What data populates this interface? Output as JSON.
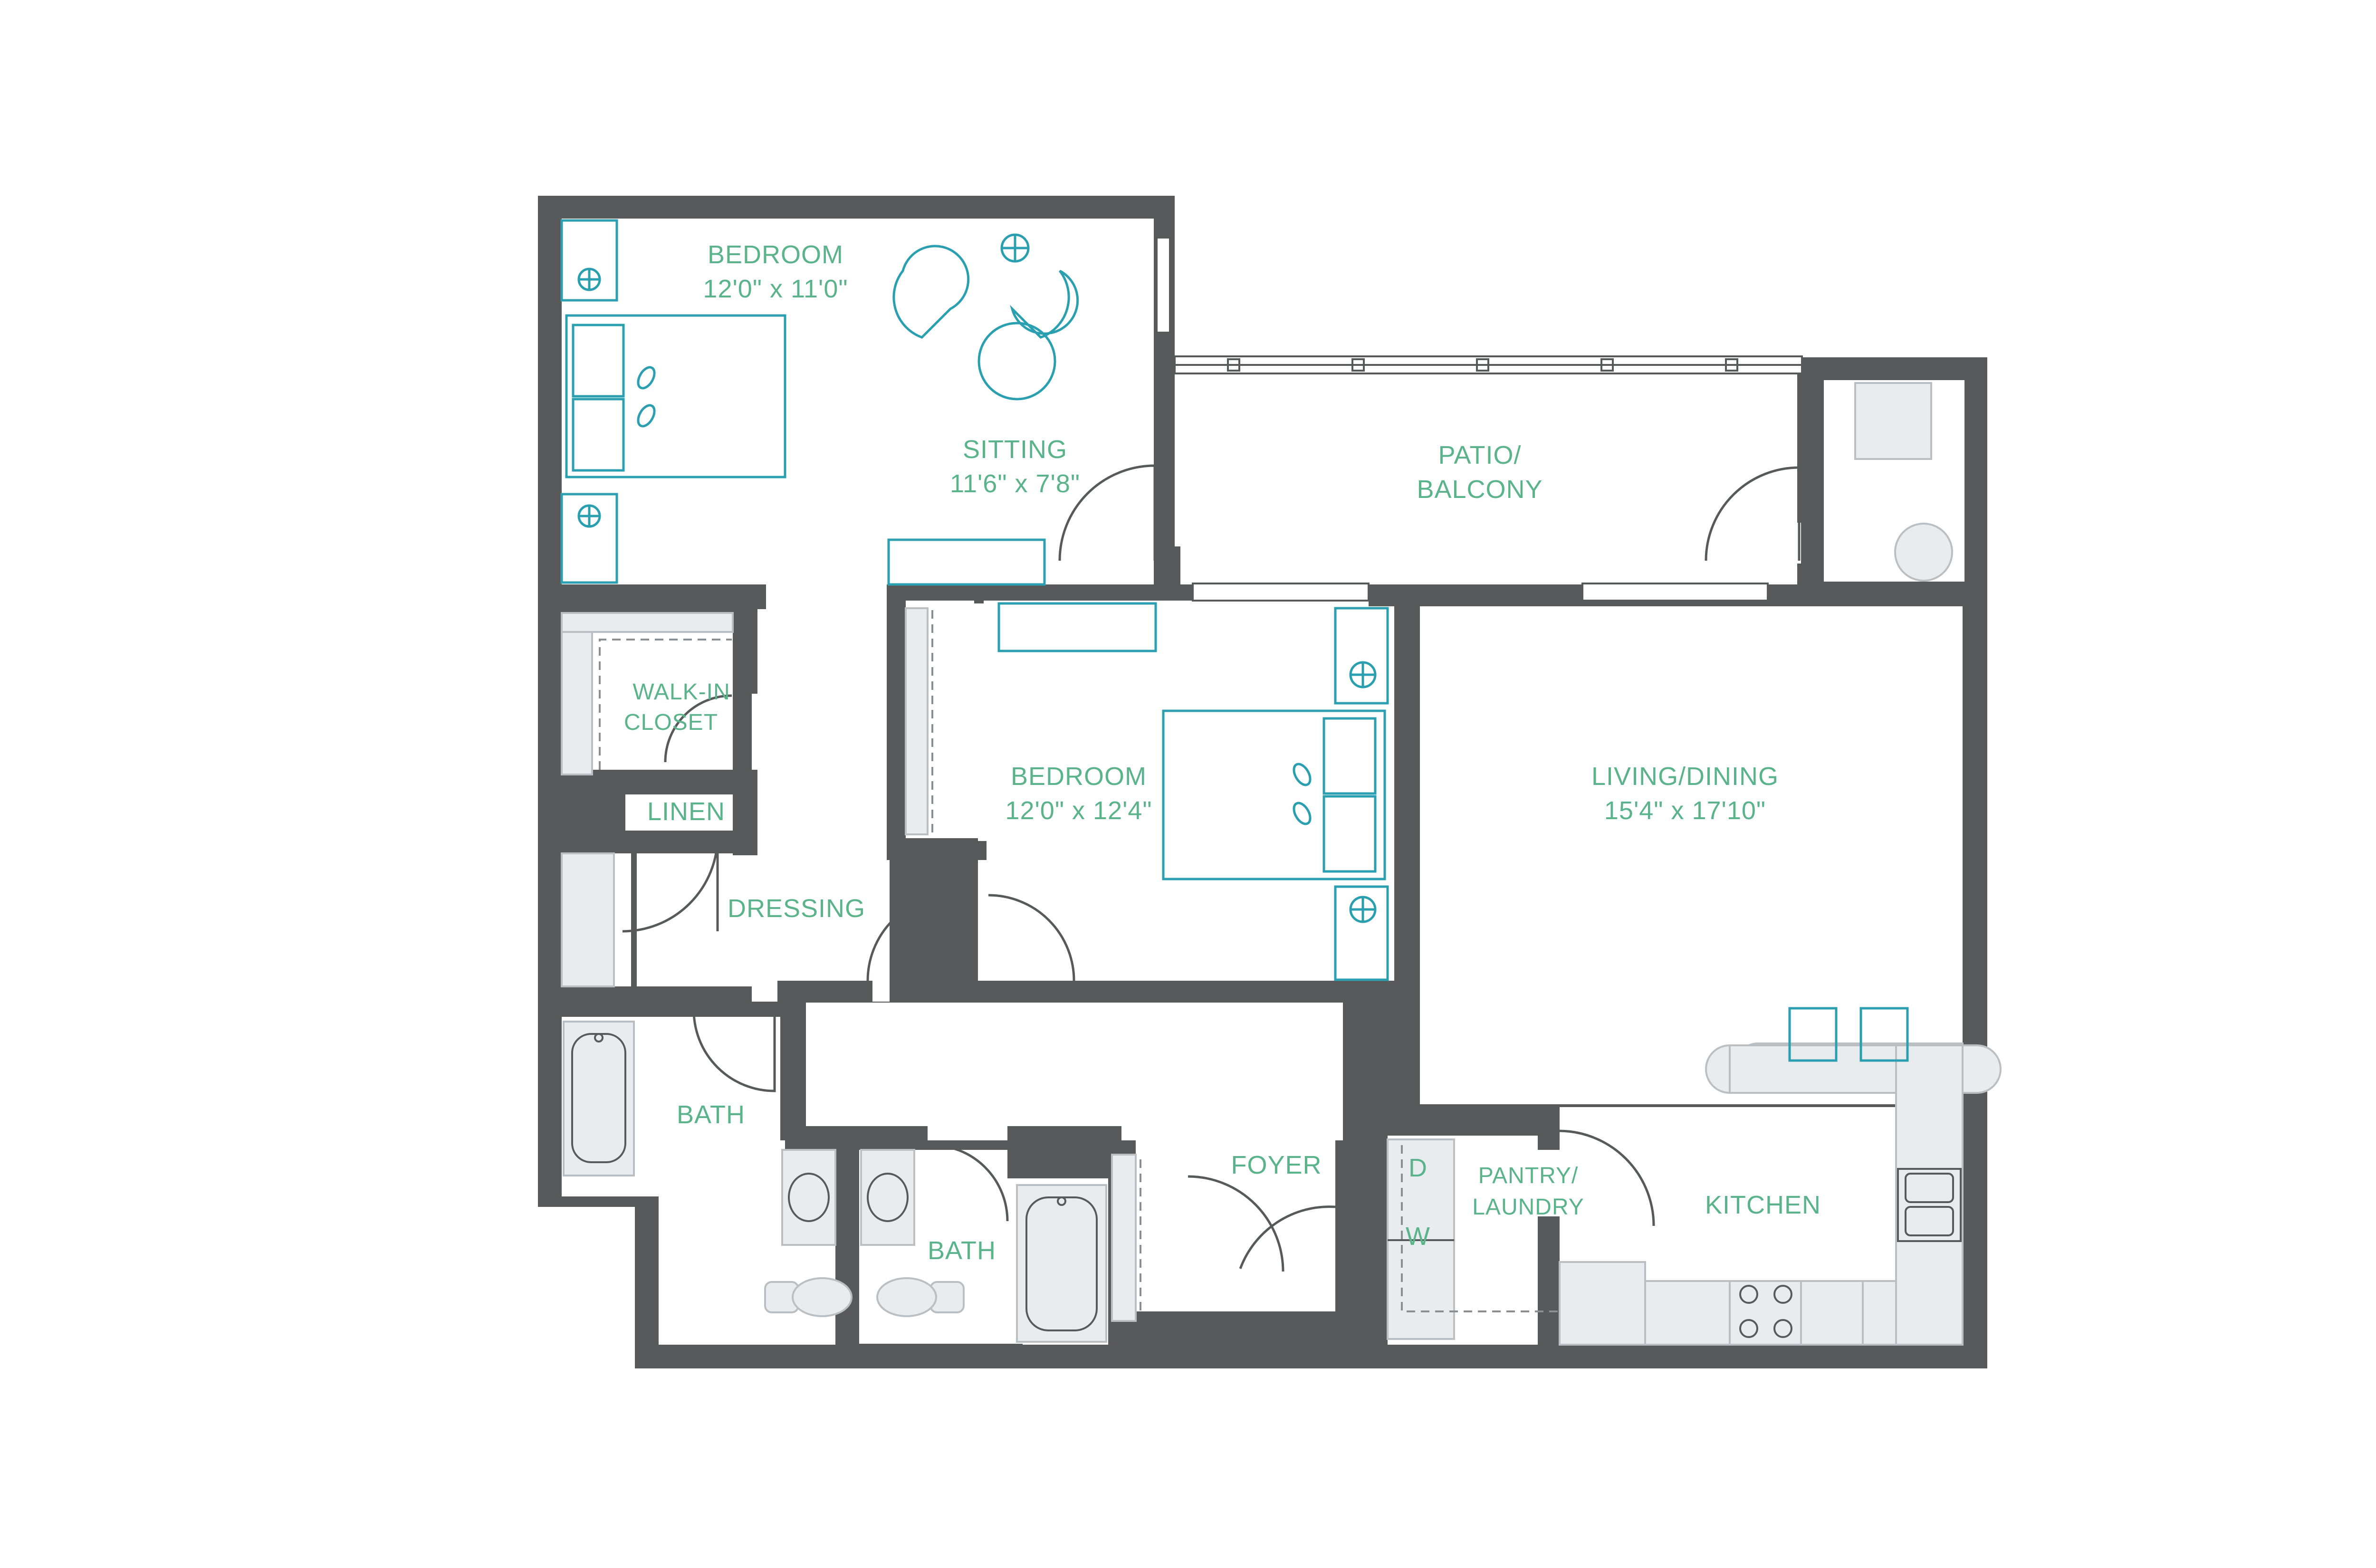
{
  "rooms": {
    "bedroom_1": {
      "name": "BEDROOM",
      "size": "12'0\" x 11'0\""
    },
    "sitting": {
      "name": "SITTING",
      "size": "11'6\" x 7'8\""
    },
    "patio": {
      "line1": "PATIO/",
      "line2": "BALCONY"
    },
    "walk_in_closet": {
      "line1": "WALK-IN",
      "line2": "CLOSET"
    },
    "linen": {
      "name": "LINEN"
    },
    "bedroom_2": {
      "name": "BEDROOM",
      "size": "12'0\" x 12'4\""
    },
    "living_dining": {
      "name": "LIVING/DINING",
      "size": "15'4\" x 17'10\""
    },
    "dressing": {
      "name": "DRESSING"
    },
    "bath_1": {
      "name": "BATH"
    },
    "bath_2": {
      "name": "BATH"
    },
    "foyer": {
      "name": "FOYER"
    },
    "pantry": {
      "line1": "PANTRY/",
      "line2": "LAUNDRY"
    },
    "kitchen": {
      "name": "KITCHEN"
    },
    "dryer": {
      "letter": "D"
    },
    "washer": {
      "letter": "W"
    }
  },
  "colors": {
    "wall": "#58595b",
    "label": "#5bb38c",
    "furniture": "#2a9fb0",
    "fixture": "#e9ecee"
  }
}
